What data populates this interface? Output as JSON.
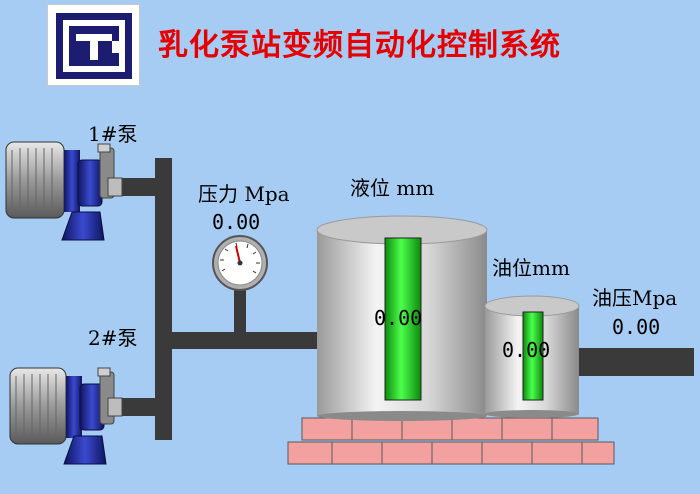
{
  "header": {
    "title": "乳化泵站变频自动化控制系统",
    "logo_letters": "TC"
  },
  "pumps": [
    {
      "label": "1#泵"
    },
    {
      "label": "2#泵"
    }
  ],
  "gauges": {
    "pressure": {
      "label": "压力 Mpa",
      "value": "0.00"
    },
    "level": {
      "label": "液位 mm",
      "value": "0.00"
    },
    "oil_level": {
      "label": "油位mm",
      "value": "0.00"
    },
    "oil_pressure": {
      "label": "油压Mpa",
      "value": "0.00"
    }
  },
  "colors": {
    "background": "#a6ccf3",
    "title": "#e60000",
    "pipe": "#3a3a3a",
    "level_bar": "#22dd22",
    "brick": "#f2a0a0",
    "pump_motor": "#1e2a8c"
  },
  "icons": [
    "logo-icon",
    "pump-icon",
    "pressure-gauge-icon",
    "tank-icon"
  ]
}
